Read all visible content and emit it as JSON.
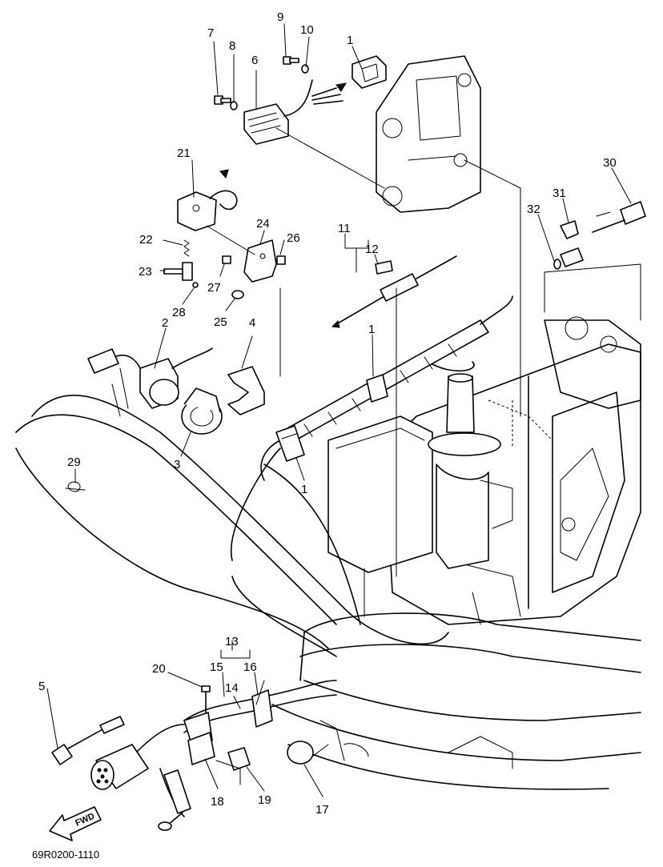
{
  "diagram": {
    "figure_code": "69R0200-1110",
    "direction_label": "FWD",
    "callouts": [
      {
        "id": "c1a",
        "label": "1"
      },
      {
        "id": "c1b",
        "label": "1"
      },
      {
        "id": "c1c",
        "label": "1"
      },
      {
        "id": "c2",
        "label": "2"
      },
      {
        "id": "c3",
        "label": "3"
      },
      {
        "id": "c4",
        "label": "4"
      },
      {
        "id": "c5",
        "label": "5"
      },
      {
        "id": "c6",
        "label": "6"
      },
      {
        "id": "c7",
        "label": "7"
      },
      {
        "id": "c8",
        "label": "8"
      },
      {
        "id": "c9",
        "label": "9"
      },
      {
        "id": "c10",
        "label": "10"
      },
      {
        "id": "c11",
        "label": "11"
      },
      {
        "id": "c12",
        "label": "12"
      },
      {
        "id": "c13",
        "label": "13"
      },
      {
        "id": "c14",
        "label": "14"
      },
      {
        "id": "c15",
        "label": "15"
      },
      {
        "id": "c16",
        "label": "16"
      },
      {
        "id": "c17",
        "label": "17"
      },
      {
        "id": "c18",
        "label": "18"
      },
      {
        "id": "c19",
        "label": "19"
      },
      {
        "id": "c20",
        "label": "20"
      },
      {
        "id": "c21",
        "label": "21"
      },
      {
        "id": "c22",
        "label": "22"
      },
      {
        "id": "c23",
        "label": "23"
      },
      {
        "id": "c24",
        "label": "24"
      },
      {
        "id": "c25",
        "label": "25"
      },
      {
        "id": "c26",
        "label": "26"
      },
      {
        "id": "c27",
        "label": "27"
      },
      {
        "id": "c28",
        "label": "28"
      },
      {
        "id": "c29",
        "label": "29"
      },
      {
        "id": "c30",
        "label": "30"
      },
      {
        "id": "c31",
        "label": "31"
      },
      {
        "id": "c32",
        "label": "32"
      }
    ]
  }
}
